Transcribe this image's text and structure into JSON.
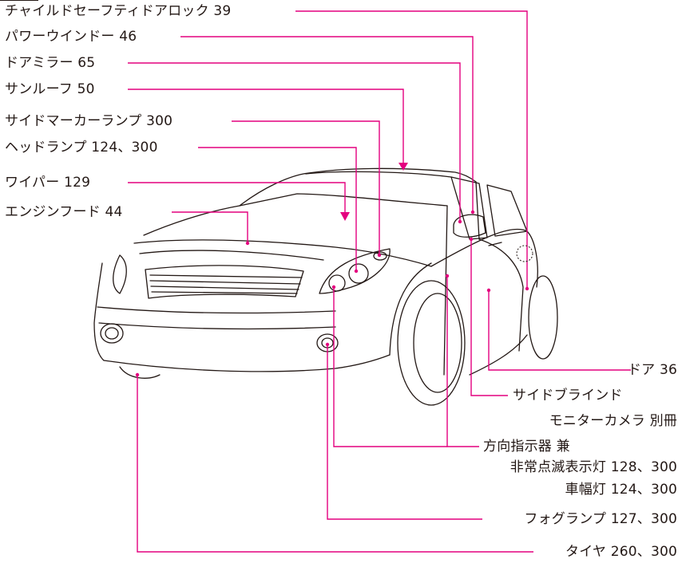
{
  "labels": {
    "child_lock": "チャイルドセーフティドアロック 39",
    "power_window": "パワーウインドー 46",
    "door_mirror": "ドアミラー 65",
    "sunroof": "サンルーフ 50",
    "side_marker": "サイドマーカーランプ 300",
    "headlamp": "ヘッドランプ 124、300",
    "wiper": "ワイパー 129",
    "engine_hood": "エンジンフード 44",
    "door": "ドア 36",
    "side_blind_1": "サイドブラインド",
    "side_blind_2": "モニターカメラ 別冊",
    "turn_signal_1": "方向指示器 兼",
    "turn_signal_2": "非常点滅表示灯 128、300",
    "side_light": "車幅灯 124、300",
    "fog_lamp": "フォグランプ 127、300",
    "tire": "タイヤ 260、300"
  },
  "colors": {
    "leader": "#e4007f",
    "outline": "#231815"
  }
}
